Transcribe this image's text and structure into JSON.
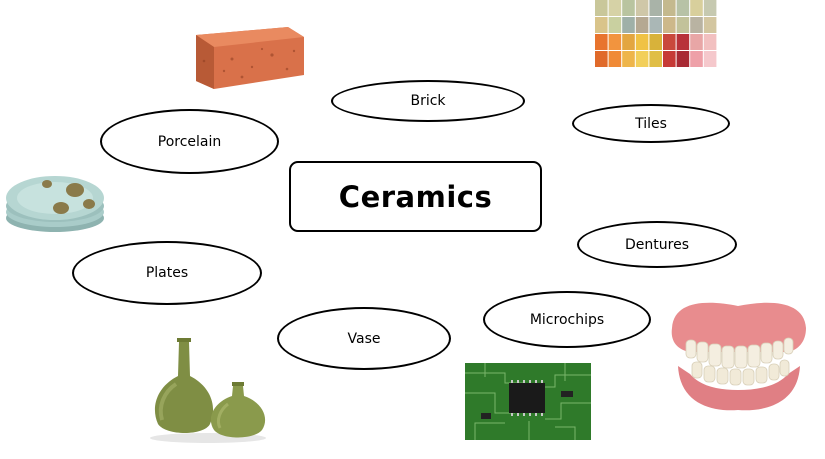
{
  "center": {
    "label": "Ceramics"
  },
  "nodes": {
    "brick": "Brick",
    "tiles": "Tiles",
    "porcelain": "Porcelain",
    "dentures": "Dentures",
    "plates": "Plates",
    "microchips": "Microchips",
    "vase": "Vase"
  },
  "colors": {
    "brick": "#d9714a",
    "plate": "#a9ccc9",
    "plate_pattern": "#8a7a4a",
    "vase": "#7f8e44",
    "pcb": "#2f7a2a",
    "gum": "#e88c8e",
    "tooth": "#f4eee0"
  },
  "images": [
    "brick-photo",
    "tile-swatches",
    "plates-photo",
    "vases-photo",
    "microchip-photo",
    "dentures-photo"
  ]
}
